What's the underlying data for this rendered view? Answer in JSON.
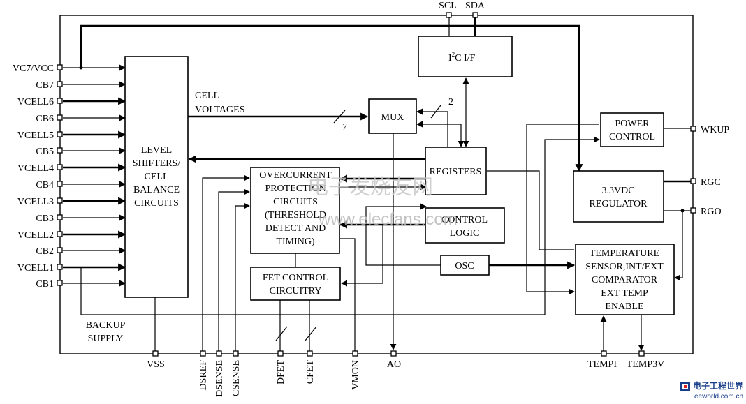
{
  "left_pins": [
    "VC7/VCC",
    "CB7",
    "VCELL6",
    "CB6",
    "VCELL5",
    "CB5",
    "VCELL4",
    "CB4",
    "VCELL3",
    "CB3",
    "VCELL2",
    "CB2",
    "VCELL1",
    "CB1"
  ],
  "top_pins": [
    "SCL",
    "SDA"
  ],
  "right_pins": [
    "WKUP",
    "RGC",
    "RGO"
  ],
  "bottom_pins": [
    "VSS",
    "DSREF",
    "DSENSE",
    "CSENSE",
    "DFET",
    "CFET",
    "VMON",
    "AO",
    "TEMPI",
    "TEMP3V"
  ],
  "blocks": {
    "level_shifters": [
      "LEVEL",
      "SHIFTERS/",
      "CELL",
      "BALANCE",
      "CIRCUITS"
    ],
    "i2c_main": "I",
    "i2c_sup": "2",
    "i2c_rest": "C I/F",
    "mux": "MUX",
    "registers": "REGISTERS",
    "control_logic": [
      "CONTROL",
      "LOGIC"
    ],
    "overcurrent": [
      "OVERCURRENT",
      "PROTECTION",
      "CIRCUITS",
      "(THRESHOLD",
      "DETECT AND",
      "TIMING)"
    ],
    "fet_control": [
      "FET CONTROL",
      "CIRCUITRY"
    ],
    "osc": "OSC",
    "power_control": [
      "POWER",
      "CONTROL"
    ],
    "regulator": [
      "3.3VDC",
      "REGULATOR"
    ],
    "temperature": [
      "TEMPERATURE",
      "SENSOR,INT/EXT",
      "COMPARATOR",
      "EXT TEMP",
      "ENABLE"
    ]
  },
  "labels": {
    "cell_voltages": [
      "CELL",
      "VOLTAGES"
    ],
    "bus7": "7",
    "bus2": "2",
    "backup_supply": [
      "BACKUP",
      "SUPPLY"
    ]
  },
  "watermark": {
    "site": "www.elecfans.com",
    "cn_text": "电子发烧友网",
    "logo_name": "电子工程世界",
    "logo_url": "eeworld.com.cn"
  }
}
